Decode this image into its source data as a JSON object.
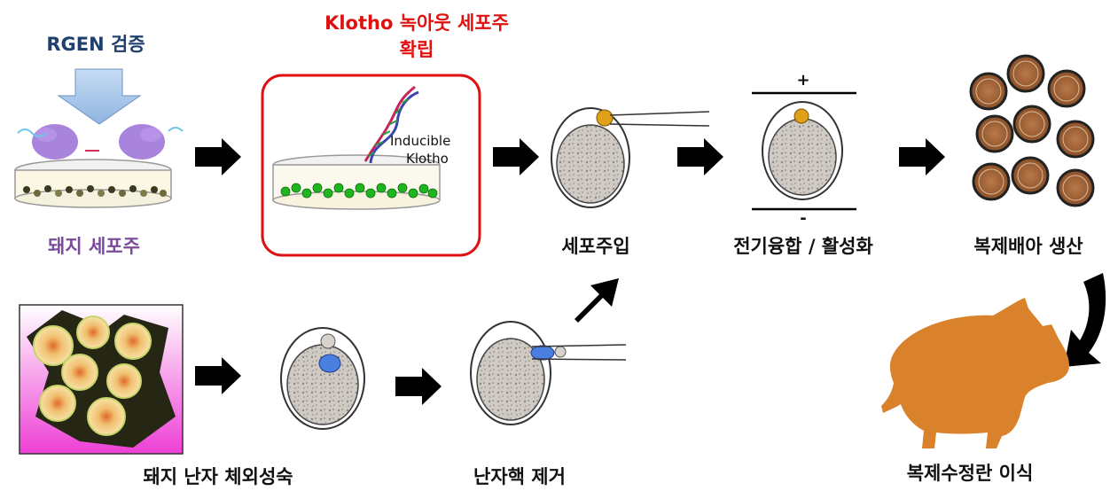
{
  "labels": {
    "rgen": "RGEN 검증",
    "klotho_title_line1": "Klotho 녹아웃 세포주",
    "klotho_title_line2": "확립",
    "inducible_line1": "Inducible",
    "inducible_line2": "Klotho",
    "pig_cell_line": "돼지 세포주",
    "nuclear_injection": "세포주입",
    "electrofusion": "전기융합 / 활성화",
    "plus_sign": "+",
    "minus_sign": "-",
    "clone_embryo": "복제배아  생산",
    "oocyte_ivm": "돼지 난자 체외성숙",
    "enucleation": "난자핵 제거",
    "embryo_transfer": "복제수정란 이식"
  },
  "colors": {
    "red_accent": "#e01010",
    "rgen_blue": "#1f3f6e",
    "purple_text": "#7a4a9c",
    "arrow": "#000000",
    "pig": "#d9822b",
    "embryo_brown": "#a0683a"
  }
}
